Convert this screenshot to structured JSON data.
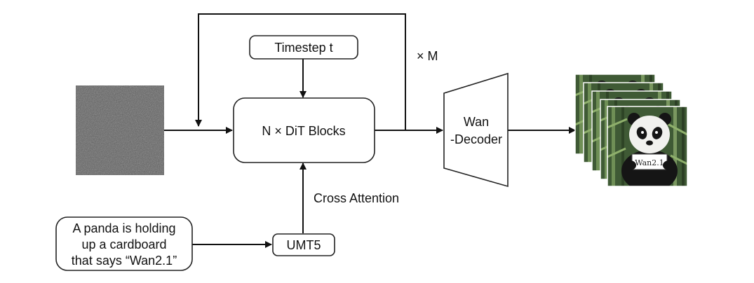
{
  "diagram": {
    "timestep_label": "Timestep t",
    "dit_label": "N × DiT Blocks",
    "loop_label": "× M",
    "decoder_label_line1": "Wan",
    "decoder_label_line2": "-Decoder",
    "cross_attention_label": "Cross Attention",
    "umt5_label": "UMT5",
    "prompt_line1": "A panda is holding",
    "prompt_line2": "up a cardboard",
    "prompt_line3": "that says “Wan2.1”",
    "sign_text": "Wan2.1"
  },
  "colors": {
    "noise": "#5c5c5c",
    "stroke": "#111111",
    "bamboo": "#4d6a3e",
    "panda_white": "#f1f1ee",
    "panda_black": "#141414"
  },
  "icons": {
    "noise_latent": "noise-latent-image",
    "video_frames": "panda-video-frames"
  }
}
